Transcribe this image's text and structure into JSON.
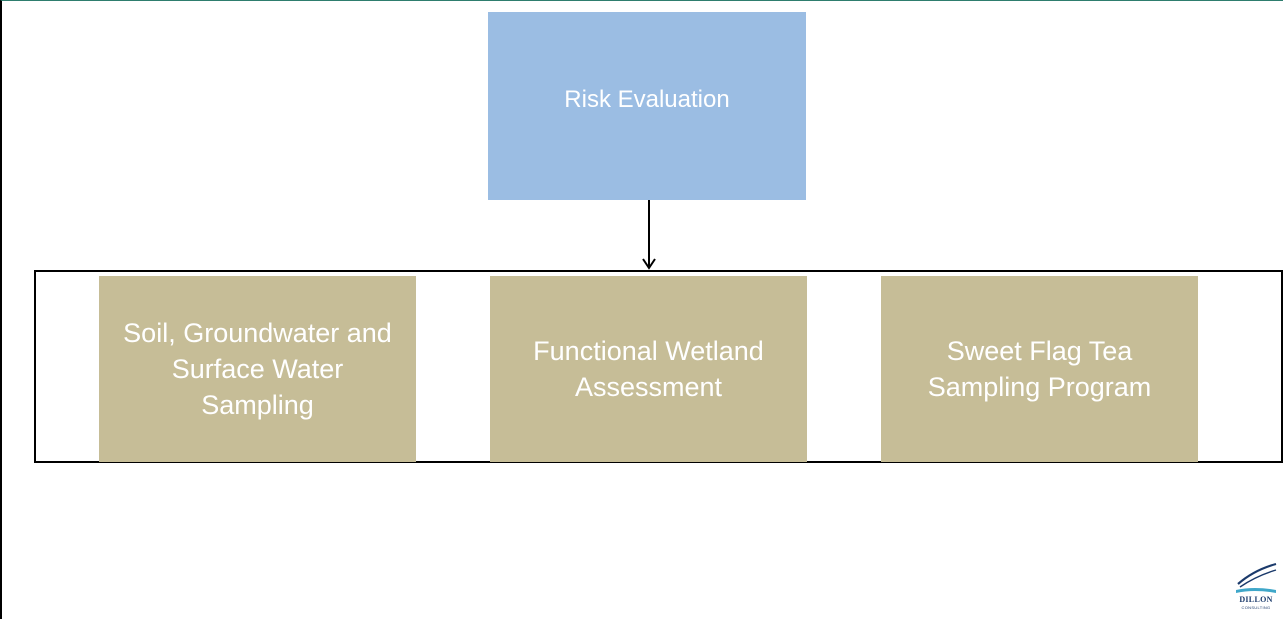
{
  "diagram": {
    "top_node": {
      "label": "Risk Evaluation"
    },
    "children": [
      {
        "label": "Soil, Groundwater and Surface Water Sampling"
      },
      {
        "label": "Functional Wetland Assessment"
      },
      {
        "label": "Sweet Flag Tea Sampling Program"
      }
    ]
  },
  "logo": {
    "name": "DILLON",
    "sub": "CONSULTING"
  },
  "colors": {
    "top_node": "#9bbde3",
    "child_node": "#c6bd97",
    "text": "#ffffff",
    "logo": "#1b3a6b"
  }
}
